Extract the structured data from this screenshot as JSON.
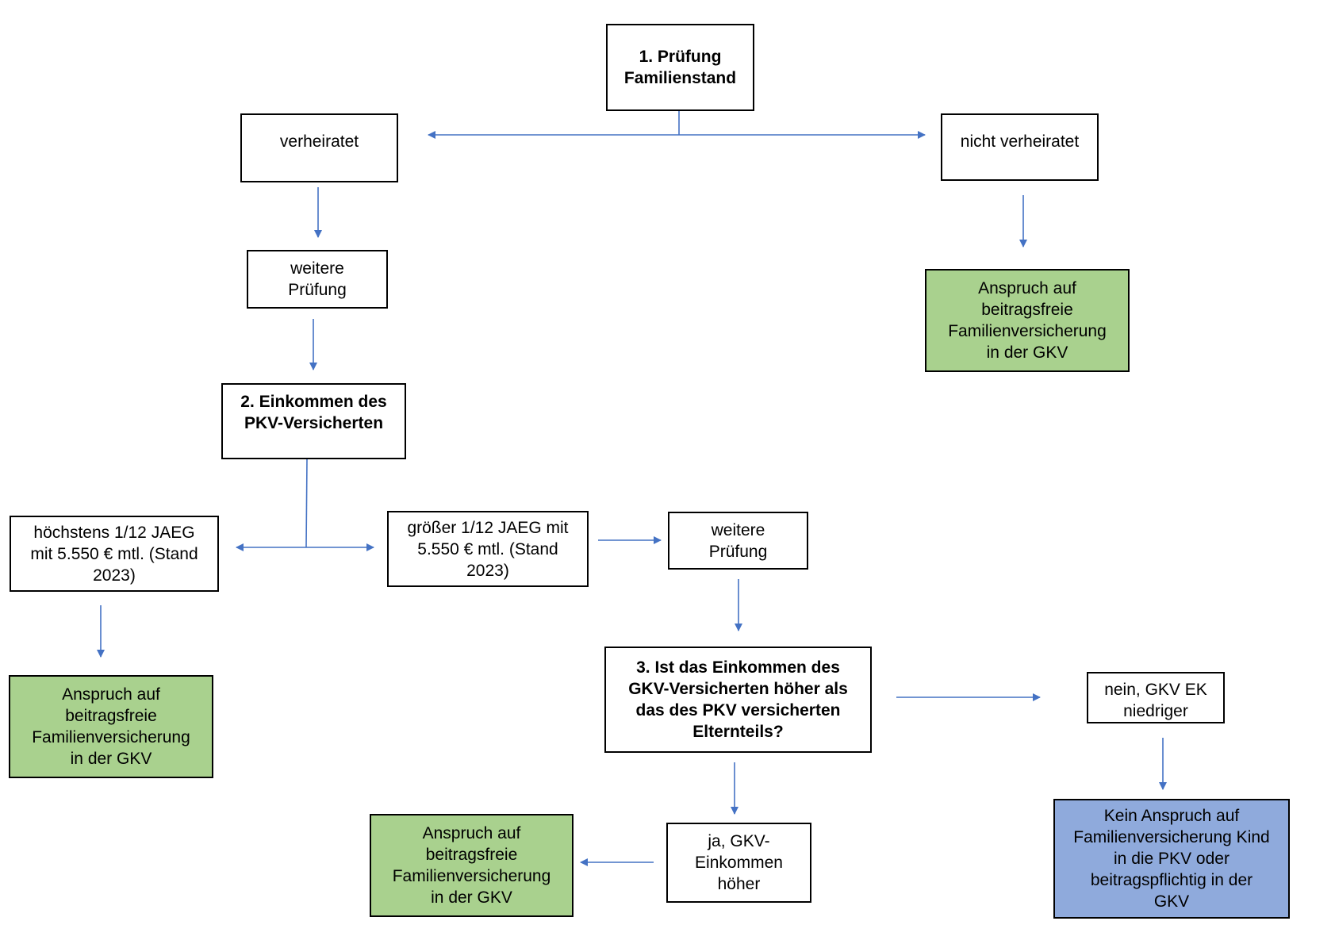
{
  "nodes": {
    "familienstand": "1. Prüfung\nFamilienstand",
    "verheiratet": "verheiratet",
    "nicht_verheiratet": "nicht verheiratet",
    "weitere_pruefung_1": "weitere\nPrüfung",
    "anspruch_rechts_oben": "Anspruch auf\nbeitragsfreie\nFamilienversicherung\nin der GKV",
    "einkommen_pkv": "2. Einkommen des\nPKV-Versicherten",
    "hoechstens_jaeg": "höchstens 1/12 JAEG\nmit 5.550 € mtl. (Stand\n2023)",
    "groesser_jaeg": "größer 1/12 JAEG mit\n5.550 € mtl. (Stand\n2023)",
    "weitere_pruefung_2": "weitere\nPrüfung",
    "anspruch_links": "Anspruch auf\nbeitragsfreie\nFamilienversicherung\nin der GKV",
    "frage_gkv_einkommen": "3. Ist das Einkommen des\nGKV-Versicherten höher als\ndas des PKV versicherten\nElternteils?",
    "nein_gkv_niedriger": "nein, GKV EK\nniedriger",
    "ja_gkv_hoeher": "ja, GKV-\nEinkommen\nhöher",
    "anspruch_unten": "Anspruch auf\nbeitragsfreie\nFamilienversicherung\nin der GKV",
    "kein_anspruch": "Kein Anspruch auf\nFamilienversicherung Kind\nin die PKV oder\nbeitragspflichtig in der\nGKV"
  },
  "colors": {
    "arrow": "#4472c4",
    "outcome_green": "#a9d18e",
    "outcome_blue": "#8faadc",
    "border": "#000000"
  }
}
